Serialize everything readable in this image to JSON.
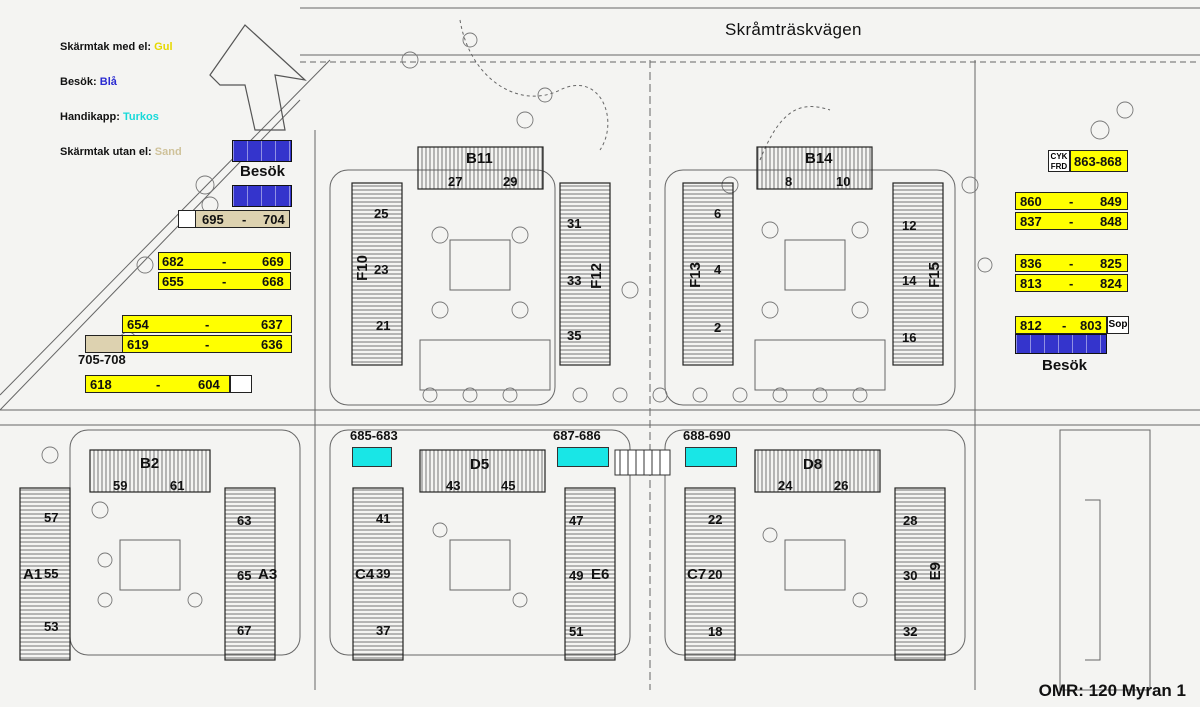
{
  "road_name": "Skråmträskvägen",
  "area_label": "OMR: 120 Myran 1",
  "legend": [
    {
      "text": "Skärmtak med el:",
      "value": "Gul",
      "color": "#e6d800"
    },
    {
      "text": "Besök:",
      "value": "Blå",
      "color": "#2b2bd1"
    },
    {
      "text": "Handikapp:",
      "value": "Turkos",
      "color": "#17d9d9"
    },
    {
      "text": "Skärmtak utan el:",
      "value": "Sand",
      "color": "#cfc29a"
    }
  ],
  "parking": {
    "r695": {
      "a": "695",
      "dash": "-",
      "b": "704"
    },
    "r682": {
      "a": "682",
      "dash": "-",
      "b": "669"
    },
    "r655": {
      "a": "655",
      "dash": "-",
      "b": "668"
    },
    "r654": {
      "a": "654",
      "dash": "-",
      "b": "637"
    },
    "r619": {
      "a": "619",
      "dash": "-",
      "b": "636"
    },
    "r618": {
      "a": "618",
      "dash": "-",
      "b": "604"
    },
    "r705": "705-708",
    "cyk": "CYK\nFRD",
    "r863": "863-868",
    "r860": {
      "a": "860",
      "dash": "-",
      "b": "849"
    },
    "r837": {
      "a": "837",
      "dash": "-",
      "b": "848"
    },
    "r836": {
      "a": "836",
      "dash": "-",
      "b": "825"
    },
    "r813": {
      "a": "813",
      "dash": "-",
      "b": "824"
    },
    "r812": {
      "a": "812",
      "dash": "-",
      "b": "803"
    },
    "sop": "Sop",
    "besok_left": "Besök",
    "besok_right": "Besök",
    "h685": "685-683",
    "h687": "687-686",
    "h688": "688-690"
  },
  "buildings": {
    "B11": "B11",
    "B11_n1": "27",
    "B11_n2": "29",
    "B14": "B14",
    "B14_n1": "8",
    "B14_n2": "10",
    "F10": "F10",
    "F10_n1": "25",
    "F10_n2": "23",
    "F10_n3": "21",
    "F12": "F12",
    "F12_n1": "31",
    "F12_n2": "33",
    "F12_n3": "35",
    "F13": "F13",
    "F13_n1": "6",
    "F13_n2": "4",
    "F13_n3": "2",
    "F15": "F15",
    "F15_n1": "12",
    "F15_n2": "14",
    "F15_n3": "16",
    "B2": "B2",
    "B2_n1": "59",
    "B2_n2": "61",
    "D5": "D5",
    "D5_n1": "43",
    "D5_n2": "45",
    "D8": "D8",
    "D8_n1": "24",
    "D8_n2": "26",
    "A1": "A1",
    "A1_n1": "57",
    "A1_n2": "55",
    "A1_n3": "53",
    "A3": "A3",
    "A3_n1": "63",
    "A3_n2": "65",
    "A3_n3": "67",
    "C4": "C4",
    "C4_n1": "41",
    "C4_n2": "39",
    "C4_n3": "37",
    "E6": "E6",
    "E6_n1": "47",
    "E6_n2": "49",
    "E6_n3": "51",
    "C7": "C7",
    "C7_n1": "22",
    "C7_n2": "20",
    "C7_n3": "18",
    "E9": "E9",
    "E9_n1": "28",
    "E9_n2": "30",
    "E9_n3": "32"
  },
  "colors": {
    "yellow": "#ffff00",
    "blue": "#3434cc",
    "turquoise": "#19e6e6",
    "sand": "#ddd2b0"
  }
}
